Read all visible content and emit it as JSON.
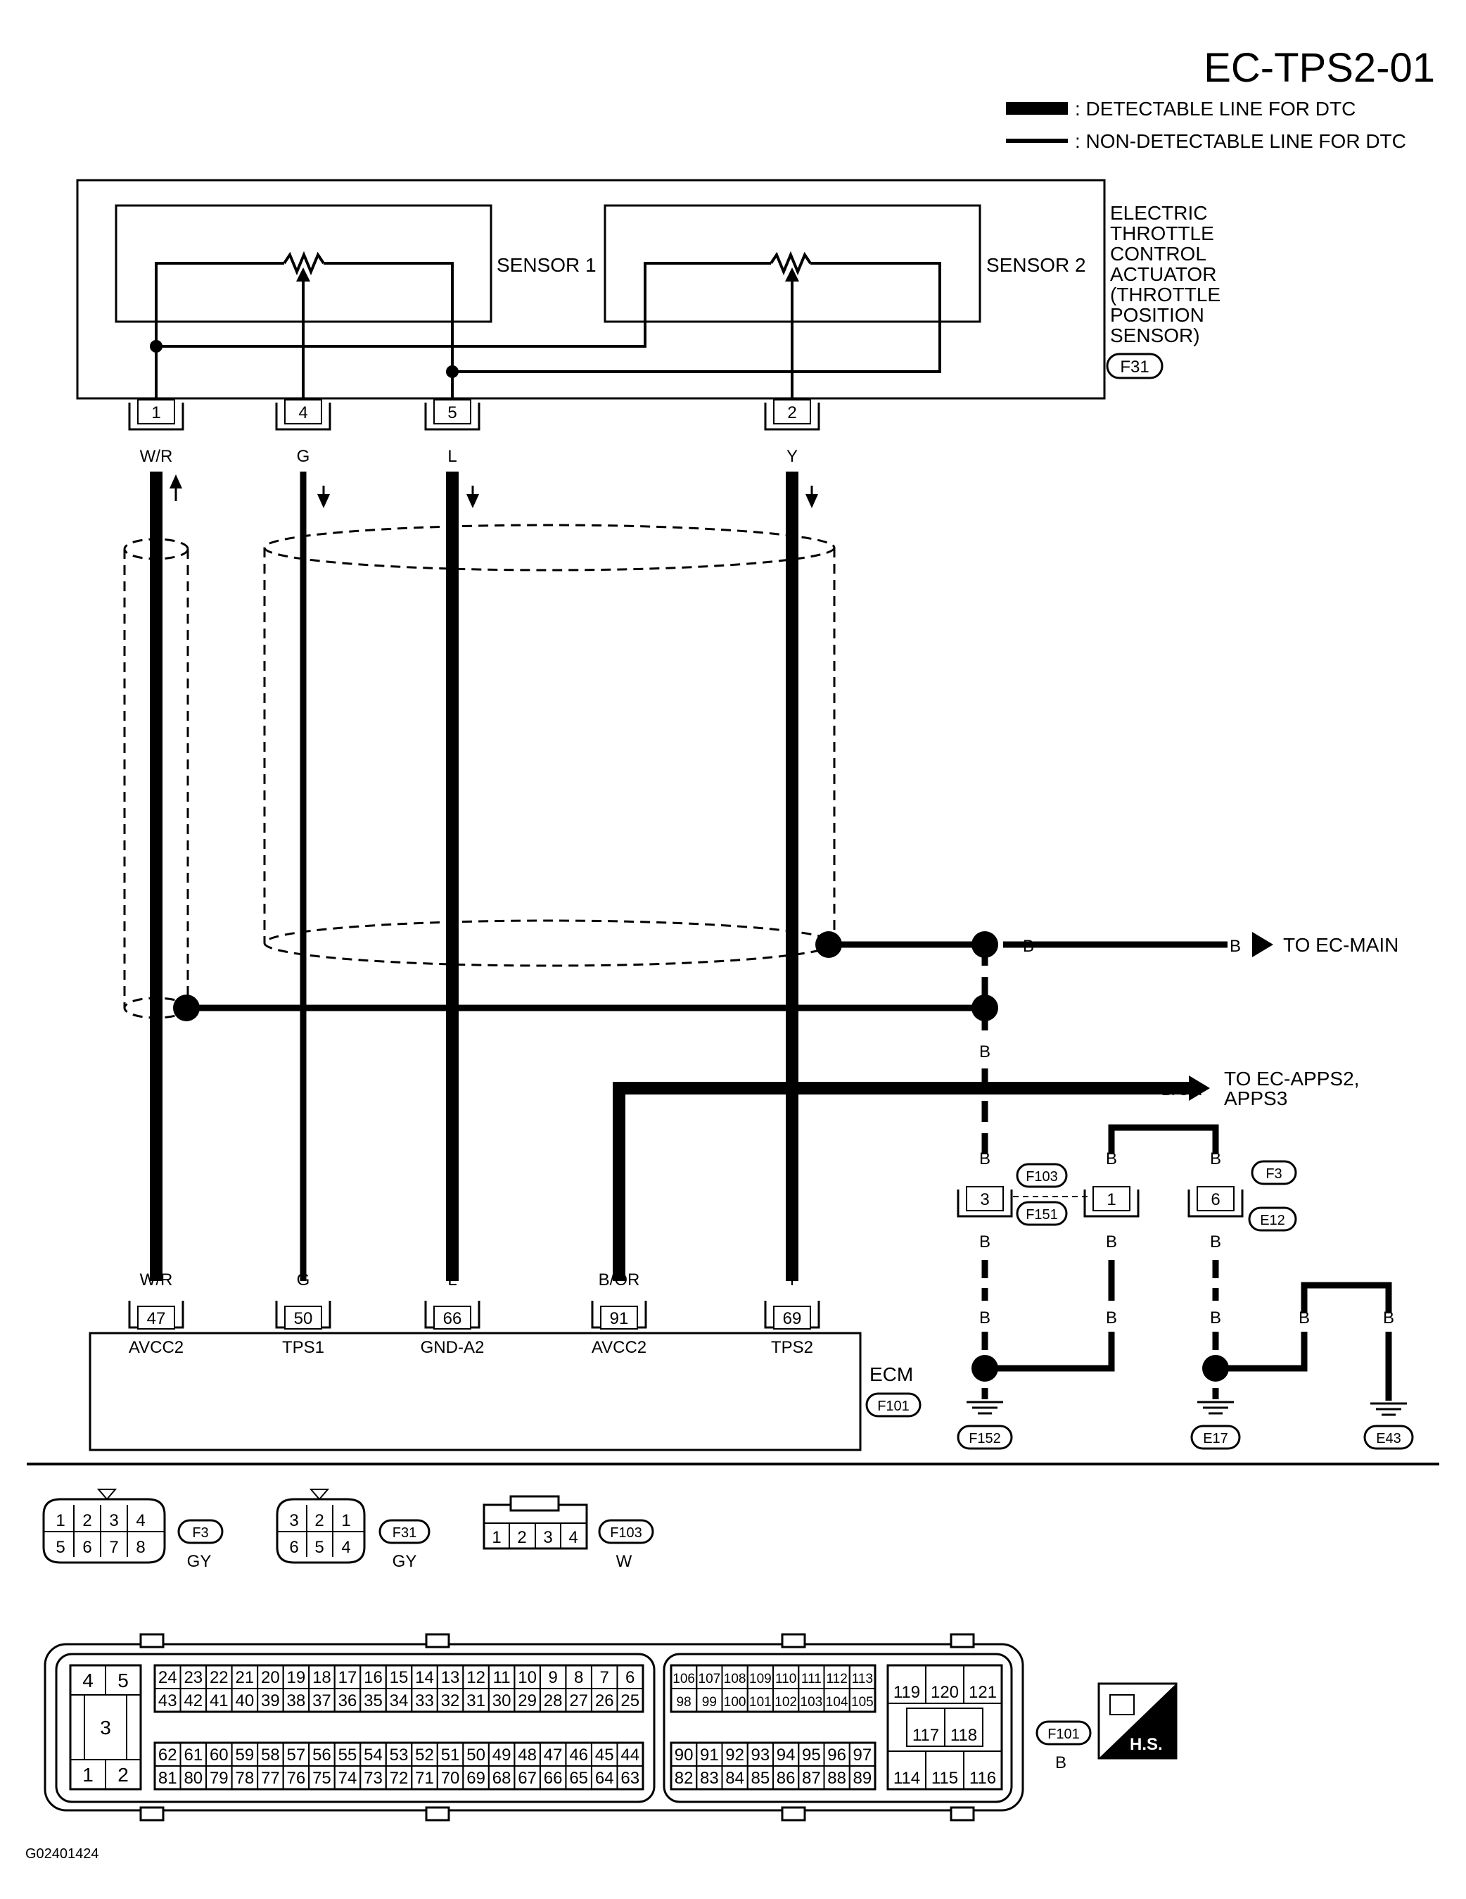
{
  "diagram_id": "EC-TPS2-01",
  "legend": {
    "detectable": ": DETECTABLE LINE FOR DTC",
    "non_detectable": ": NON-DETECTABLE LINE FOR DTC"
  },
  "actuator": {
    "title_lines": [
      "ELECTRIC",
      "THROTTLE",
      "CONTROL",
      "ACTUATOR",
      "(THROTTLE",
      " POSITION",
      " SENSOR)"
    ],
    "connector": "F31",
    "sensor1": "SENSOR 1",
    "sensor2": "SENSOR 2",
    "pins": [
      "1",
      "4",
      "5",
      "2"
    ],
    "wire_colors": [
      "W/R",
      "G",
      "L",
      "Y"
    ]
  },
  "ecm": {
    "label": "ECM",
    "connector": "F101",
    "wire_colors": [
      "W/R",
      "G",
      "L",
      "B/OR",
      "Y"
    ],
    "pins": [
      "47",
      "50",
      "66",
      "91",
      "69"
    ],
    "terminal_names": [
      "AVCC2",
      "TPS1",
      "GND-A2",
      "AVCC2",
      "TPS2"
    ]
  },
  "ground_circuit": {
    "b": "B",
    "to_main_color": "B",
    "to_main": "TO EC-MAIN",
    "b_or": "B/OR",
    "to_apps_lines": [
      "TO EC-APPS2,",
      "APPS3"
    ],
    "joint_pins": [
      "3",
      "1",
      "6"
    ],
    "connectors": [
      "F103",
      "F151",
      "F3",
      "E12"
    ],
    "grounds": [
      "F152",
      "E17",
      "E43"
    ]
  },
  "connector_views": {
    "f3": {
      "id": "F3",
      "color": "GY",
      "top": [
        "1",
        "2",
        "3",
        "4"
      ],
      "bottom": [
        "5",
        "6",
        "7",
        "8"
      ]
    },
    "f31": {
      "id": "F31",
      "color": "GY",
      "top": [
        "3",
        "2",
        "1"
      ],
      "bottom": [
        "6",
        "5",
        "4"
      ]
    },
    "f103": {
      "id": "F103",
      "color": "W",
      "pins": [
        "1",
        "2",
        "3",
        "4"
      ]
    },
    "f101": {
      "id": "F101",
      "color": "B",
      "left_block": [
        "4",
        "5",
        "3",
        "1",
        "2"
      ],
      "row1": [
        "24",
        "23",
        "22",
        "21",
        "20",
        "19",
        "18",
        "17",
        "16",
        "15",
        "14",
        "13",
        "12",
        "11",
        "10",
        "9",
        "8",
        "7",
        "6"
      ],
      "row2": [
        "43",
        "42",
        "41",
        "40",
        "39",
        "38",
        "37",
        "36",
        "35",
        "34",
        "33",
        "32",
        "31",
        "30",
        "29",
        "28",
        "27",
        "26",
        "25"
      ],
      "row3": [
        "62",
        "61",
        "60",
        "59",
        "58",
        "57",
        "56",
        "55",
        "54",
        "53",
        "52",
        "51",
        "50",
        "49",
        "48",
        "47",
        "46",
        "45",
        "44"
      ],
      "row4": [
        "81",
        "80",
        "79",
        "78",
        "77",
        "76",
        "75",
        "74",
        "73",
        "72",
        "71",
        "70",
        "69",
        "68",
        "67",
        "66",
        "65",
        "64",
        "63"
      ],
      "row5": [
        "106",
        "107",
        "108",
        "109",
        "110",
        "111",
        "112",
        "113"
      ],
      "row6": [
        "98",
        "99",
        "100",
        "101",
        "102",
        "103",
        "104",
        "105"
      ],
      "row7": [
        "90",
        "91",
        "92",
        "93",
        "94",
        "95",
        "96",
        "97"
      ],
      "row8": [
        "82",
        "83",
        "84",
        "85",
        "86",
        "87",
        "88",
        "89"
      ],
      "right_top": [
        "119",
        "120",
        "121"
      ],
      "right_mid": [
        "117",
        "118"
      ],
      "right_bot": [
        "114",
        "115",
        "116"
      ]
    }
  },
  "hs_badge": "H.S.",
  "figure_id": "G02401424"
}
